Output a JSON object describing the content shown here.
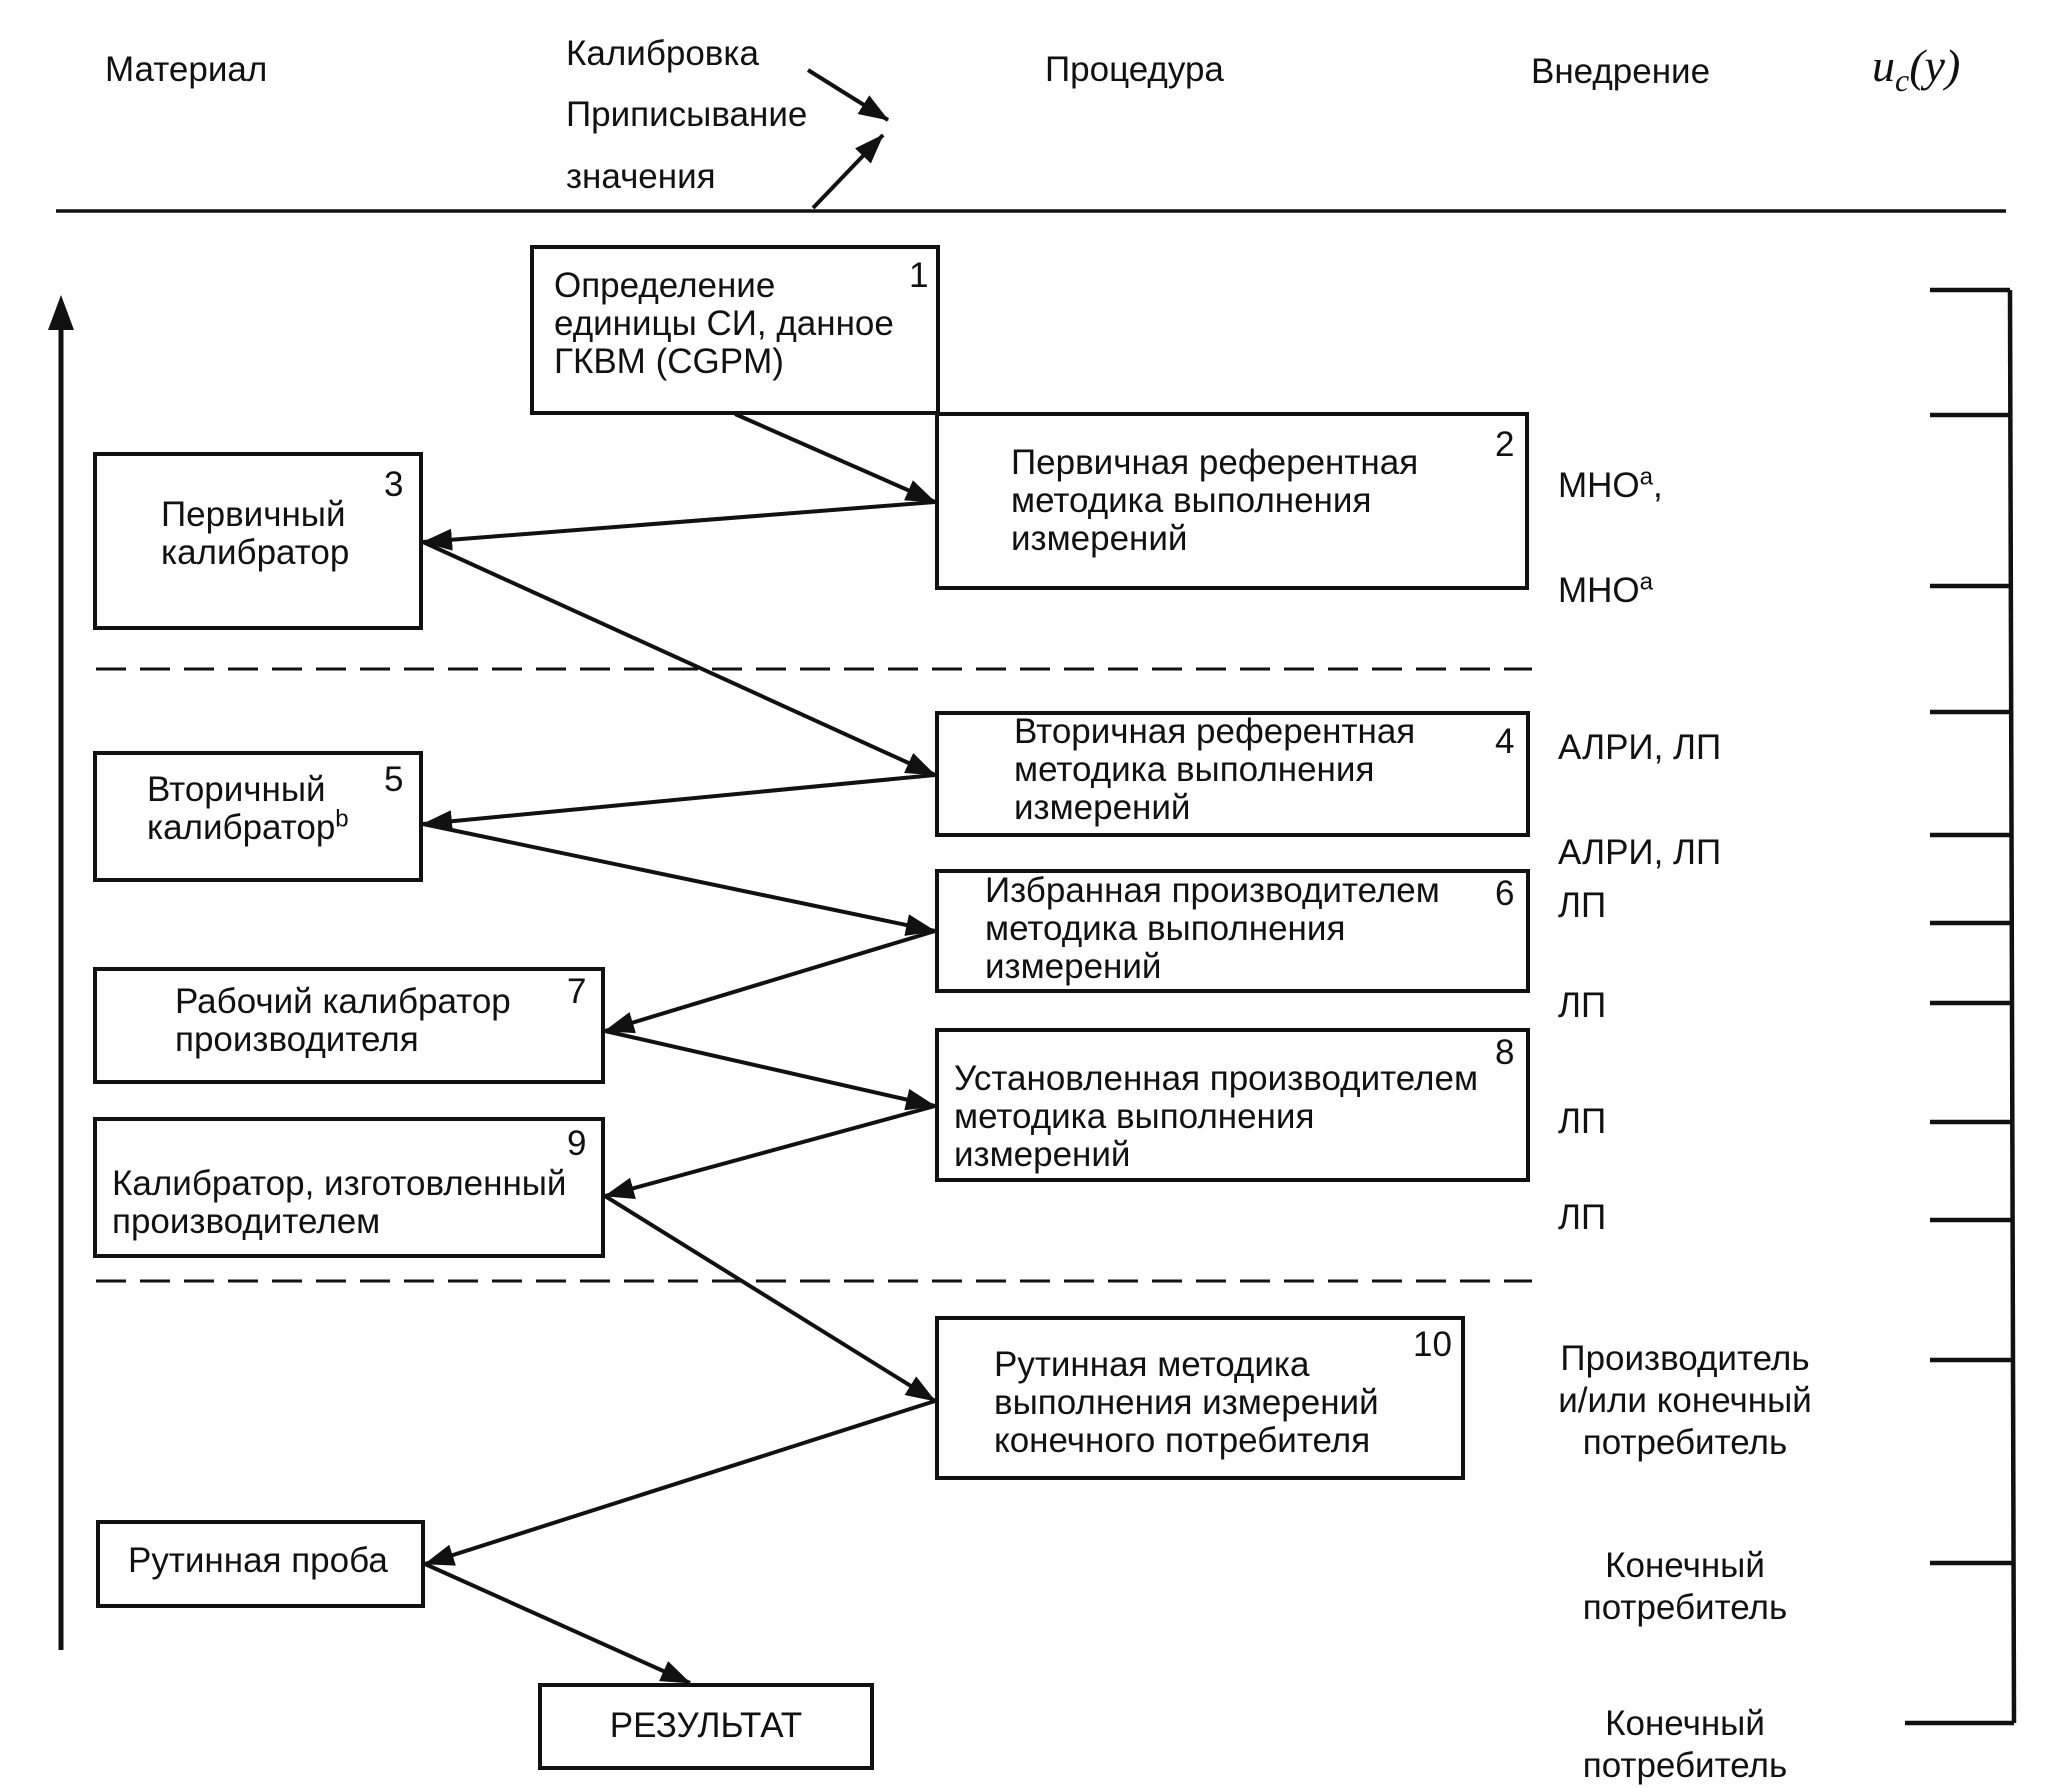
{
  "header": {
    "material": "Материал",
    "calibration": "Калибровка",
    "value_assignment_1": "Приписывание",
    "value_assignment_2": "значения",
    "procedure": "Процедура",
    "implementation": "Внедрение",
    "uc_u": "u",
    "uc_c": "c",
    "uc_y": "(y)"
  },
  "boxes": {
    "b1": {
      "number": "1",
      "text": "Определение\nединицы СИ, данное\nГКВМ (CGPM)"
    },
    "b2": {
      "number": "2",
      "text": "Первичная референтная\nметодика выполнения\nизмерений"
    },
    "b3": {
      "number": "3",
      "text": "Первичный\nкалибратор"
    },
    "b4": {
      "number": "4",
      "text": "Вторичная референтная\nметодика выполнения\nизмерений"
    },
    "b5": {
      "number": "5",
      "line1": "Вторичный",
      "line2": "калибратор",
      "sup": "b"
    },
    "b6": {
      "number": "6",
      "text": "Избранная производителем\nметодика выполнения\nизмерений"
    },
    "b7": {
      "number": "7",
      "text": "Рабочий калибратор\nпроизводителя"
    },
    "b8": {
      "number": "8",
      "text": "Установленная производителем\nметодика выполнения\nизмерений"
    },
    "b9": {
      "number": "9",
      "text": "Калибратор, изготовленный\nпроизводителем"
    },
    "b10": {
      "number": "10",
      "text": "Рутинная методика\nвыполнения измерений\nконечного потребителя"
    },
    "routine_sample": {
      "text": "Рутинная проба"
    },
    "result": {
      "text": "РЕЗУЛЬТАТ"
    }
  },
  "implementation": {
    "mno1": "МНО",
    "mno1_sup": "a",
    "mno1_comma": ",",
    "mno2": "МНО",
    "mno2_sup": "a",
    "alri1": "АЛРИ, ЛП",
    "alri2": "АЛРИ, ЛП",
    "lp1": "ЛП",
    "lp2": "ЛП",
    "lp3": "ЛП",
    "lp4": "ЛП",
    "producer_end_user": "Производитель\nи/или конечный\nпотребитель",
    "end_user_1": "Конечный\nпотребитель",
    "end_user_2": "Конечный\nпотребитель"
  }
}
